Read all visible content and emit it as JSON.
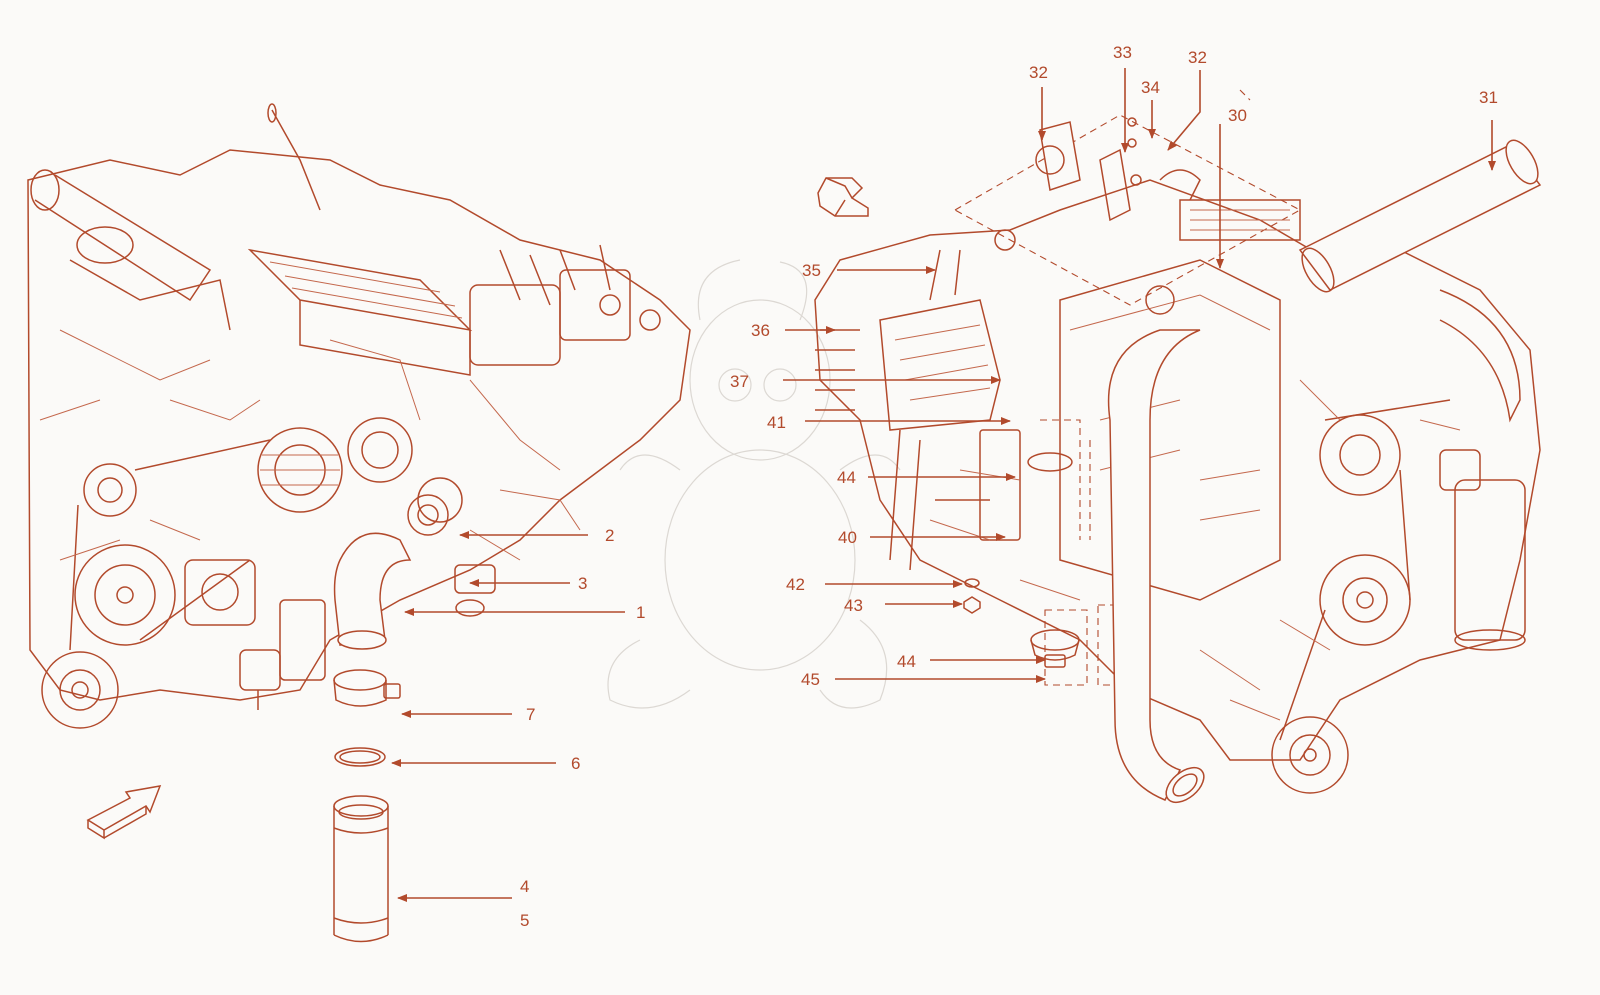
{
  "colors": {
    "line": "#b24a2c",
    "background": "#fbfaf8",
    "watermark": "#dcd8d3"
  },
  "callouts": {
    "c1": "1",
    "c2": "2",
    "c3": "3",
    "c4": "4",
    "c5": "5",
    "c6": "6",
    "c7": "7",
    "c30": "30",
    "c31": "31",
    "c32a": "32",
    "c32b": "32",
    "c33": "33",
    "c34": "34",
    "c35": "35",
    "c36": "36",
    "c37": "37",
    "c40": "40",
    "c41": "41",
    "c42": "42",
    "c43": "43",
    "c44a": "44",
    "c44b": "44",
    "c45": "45"
  },
  "icons": {
    "left_arrow": "direction-arrow-icon",
    "right_arrow": "direction-arrow-icon"
  }
}
